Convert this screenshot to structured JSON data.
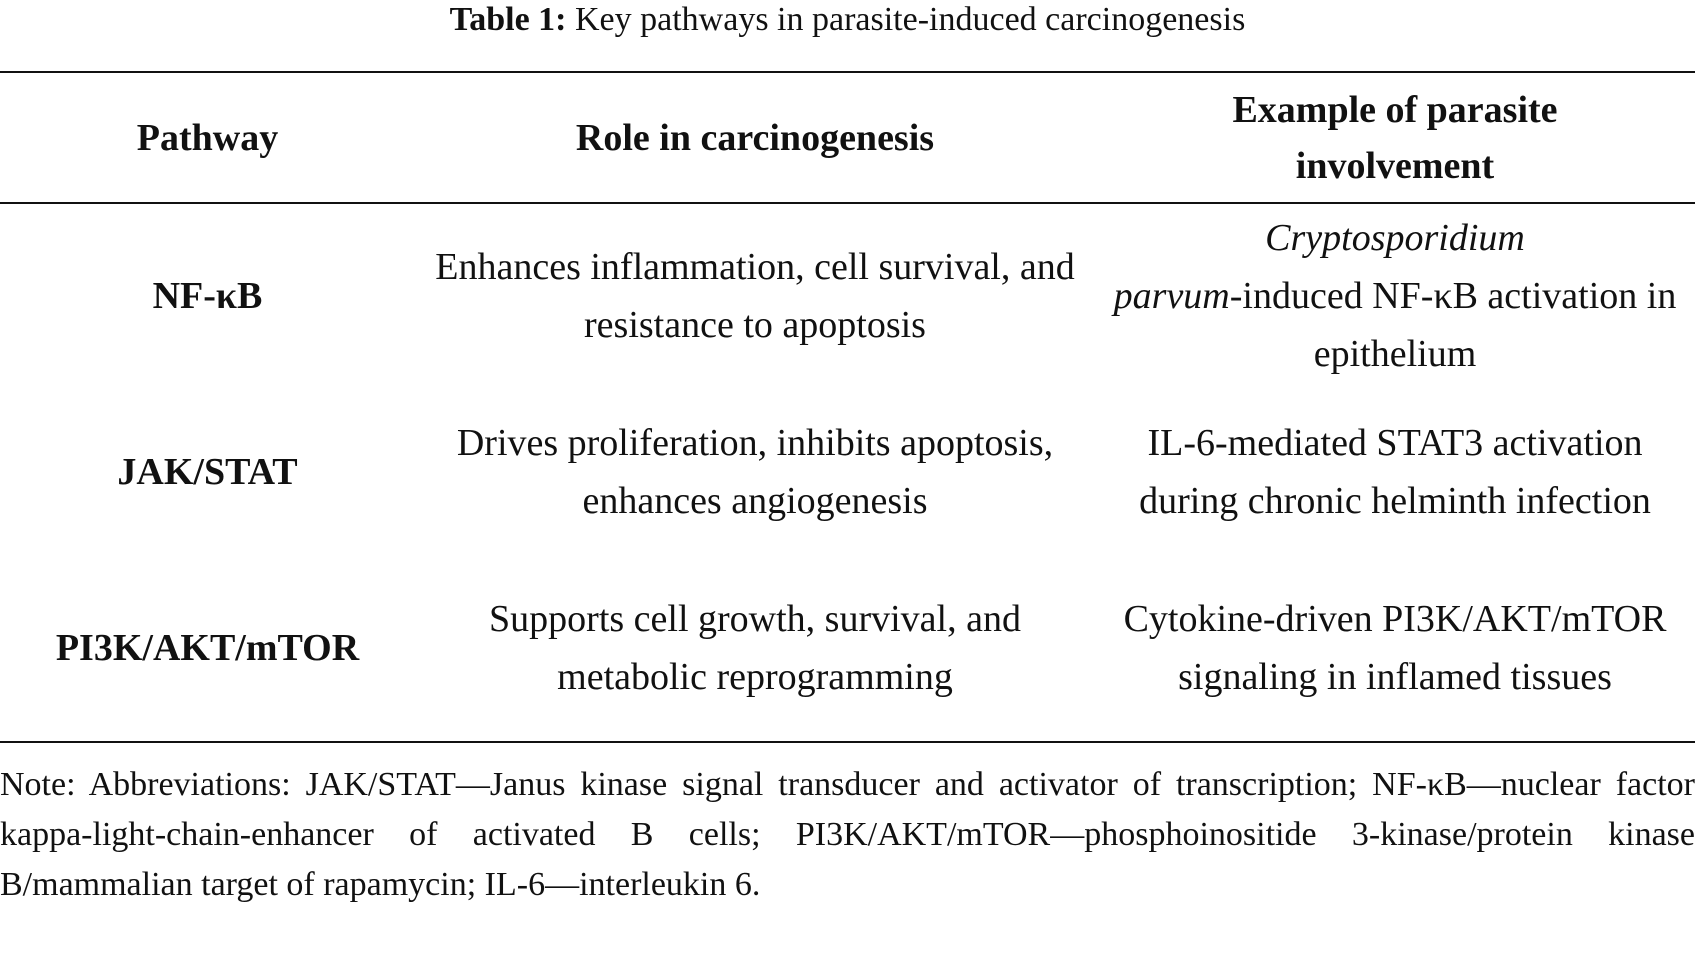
{
  "caption": {
    "label": "Table 1:",
    "text": "Key pathways in parasite-induced carcinogenesis"
  },
  "table": {
    "headers": {
      "pathway": "Pathway",
      "role": "Role in carcinogenesis",
      "example_line1": "Example of parasite",
      "example_line2": "involvement"
    },
    "rows": [
      {
        "pathway": "NF-κB",
        "role": "Enhances inflammation, cell survival, and resistance to apoptosis",
        "example_italic_1": "Cryptosporidium",
        "example_italic_2": "parvum",
        "example_rest": "-induced NF-κB activation in epithelium"
      },
      {
        "pathway": "JAK/STAT",
        "role": "Drives proliferation, inhibits apoptosis, enhances angiogenesis",
        "example": "IL-6-mediated STAT3 activation during chronic helminth infection"
      },
      {
        "pathway": "PI3K/AKT/mTOR",
        "role": "Supports cell growth, survival, and metabolic reprogramming",
        "example": "Cytokine-driven PI3K/AKT/mTOR signaling in inflamed tissues"
      }
    ]
  },
  "note": "Note: Abbreviations: JAK/STAT—Janus kinase signal transducer and activator of transcription; NF-κB—nuclear factor kappa-light-chain-enhancer of activated B cells; PI3K/AKT/mTOR—phosphoinositide 3-kinase/protein kinase B/mammalian target of rapamycin; IL-6—interleukin 6."
}
